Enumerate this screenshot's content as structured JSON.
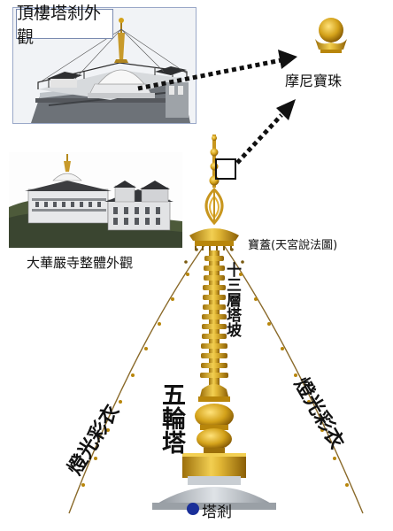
{
  "diagram": {
    "title": "頂樓塔刹外觀",
    "temple_caption": "大華嚴寺整體外觀",
    "mani_jewel": "摩尼寶珠",
    "canopy": "寶蓋(天宮說法圖)",
    "thirteen_tiers": "十三層塔坡",
    "five_wheels": "五輪塔",
    "lantern_left": "燈光彩衣",
    "lantern_right": "燈光彩衣",
    "finial": "塔剎"
  },
  "colors": {
    "gold": "#d4a21a",
    "gold_dark": "#9c6f0a",
    "gold_light": "#f2cf52",
    "rope": "#8a6a2a",
    "base_gray": "#aeb4bb",
    "marker_blue": "#1a2f99"
  }
}
